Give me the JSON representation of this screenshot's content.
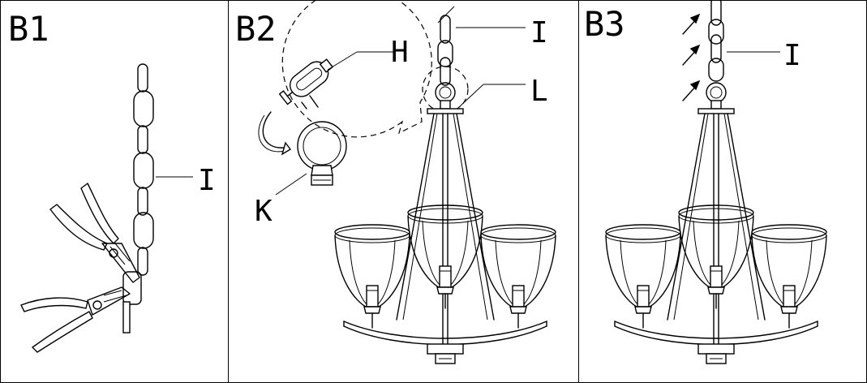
{
  "panels": [
    {
      "step": "B1",
      "callouts": [
        "I"
      ]
    },
    {
      "step": "B2",
      "callouts": [
        "I",
        "H",
        "L",
        "K"
      ]
    },
    {
      "step": "B3",
      "callouts": [
        "I"
      ]
    }
  ],
  "colors": {
    "line": "#000000",
    "background": "#ffffff"
  }
}
